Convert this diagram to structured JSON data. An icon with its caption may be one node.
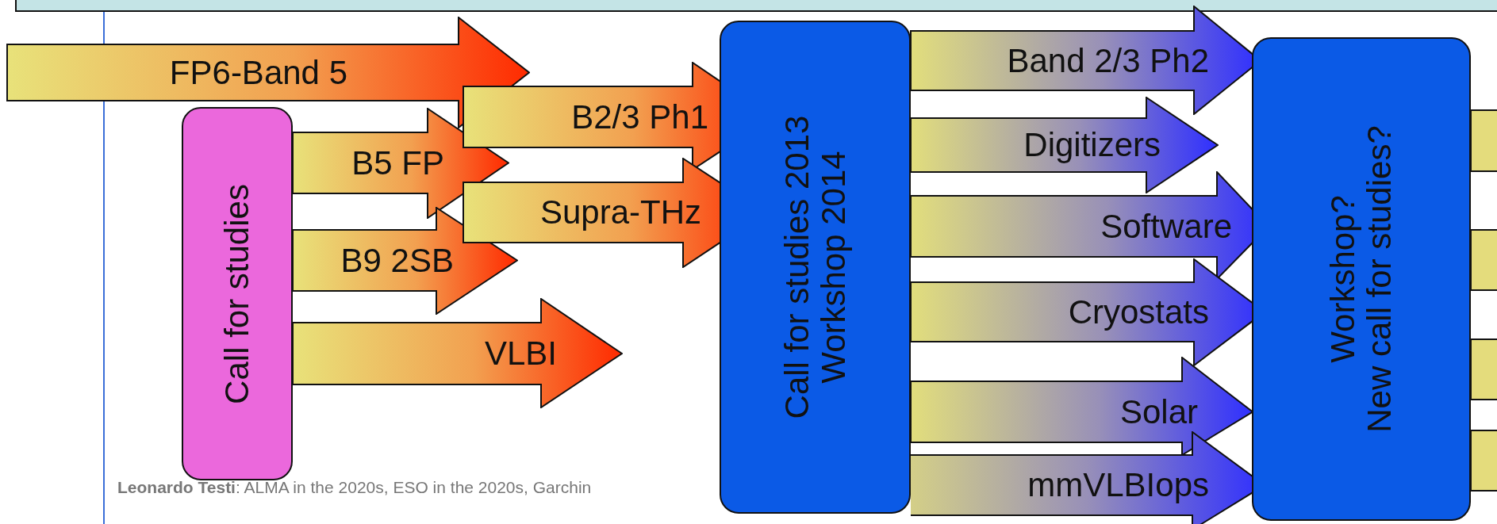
{
  "diagram": {
    "nodes": [
      {
        "text": [
          "FP6-Band 5"
        ]
      },
      {
        "text": [
          "Call for studies"
        ]
      },
      {
        "text": [
          "B5 FP"
        ]
      },
      {
        "text": [
          "B2/3 Ph1"
        ]
      },
      {
        "text": [
          "Supra-THz"
        ]
      },
      {
        "text": [
          "B9 2SB"
        ]
      },
      {
        "text": [
          "VLBI"
        ]
      },
      {
        "text": [
          "Call for studies 2013",
          "Workshop 2014"
        ]
      },
      {
        "text": [
          "Band 2/3 Ph2"
        ]
      },
      {
        "text": [
          "Digitizers"
        ]
      },
      {
        "text": [
          "Software"
        ]
      },
      {
        "text": [
          "Cryostats"
        ]
      },
      {
        "text": [
          "Solar"
        ]
      },
      {
        "text": [
          "mmVLBIops"
        ]
      },
      {
        "text": [
          "Workshop?",
          "New call for studies?"
        ]
      },
      {
        "text": [],
        "shape": "bar"
      },
      {
        "text": [],
        "shape": "bar"
      },
      {
        "text": [],
        "shape": "bar"
      },
      {
        "text": [],
        "shape": "bar"
      }
    ],
    "labels": [
      "**Leonardo Testi**: ALMA in the 2020s, ESO in the 2020s, Garchin"
    ]
  }
}
